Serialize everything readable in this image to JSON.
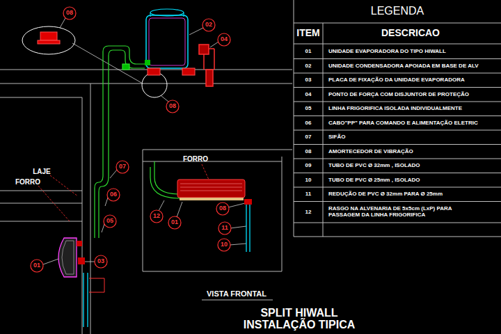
{
  "diagram": {
    "title": "SPLIT HIWALL INSTALAÇÃO TIPICA",
    "labels": [
      "08",
      "02",
      "04",
      "08",
      "07",
      "06",
      "05",
      "03",
      "01",
      "LAJE",
      "FORRO",
      "FORRO",
      "12",
      "01",
      "08",
      "11",
      "10",
      "VISTA FRONTAL",
      "LEGENDA",
      "ITEM",
      "DESCRICAO",
      "01",
      "UNIDADE EVAPORADORA DO TIPO HIWALL",
      "02",
      "UNIDADE CONDENSADORA APOIADA EM BASE DE ALV",
      "03",
      "PLACA DE FIXAÇÃO DA UNIDADE EVAPORADORA",
      "04",
      "PONTO DE FORÇA COM DISJUNTOR DE PROTEÇÃO",
      "05",
      "LINHA FRIGORIFICA ISOLADA INDIVIDUALMENTE",
      "06",
      "CABO\"PP\" PARA COMANDO E ALIMENTAÇÃO ELETRIC",
      "07",
      "SIFÃO",
      "08",
      "AMORTECEDOR DE VIBRAÇÃO",
      "09",
      "TUBO DE PVC Ø 32mm , ISOLADO",
      "10",
      "TUBO DE PVC Ø 25mm , ISOLADO",
      "11",
      "REDUÇÃO DE PVC Ø 32mm PARA Ø 25mm",
      "12",
      "RASGO NA ALVENARIA DE 5x5cm (LxP) PARA PASSAGEM DA LINHA FRIGORIFICA"
    ]
  }
}
